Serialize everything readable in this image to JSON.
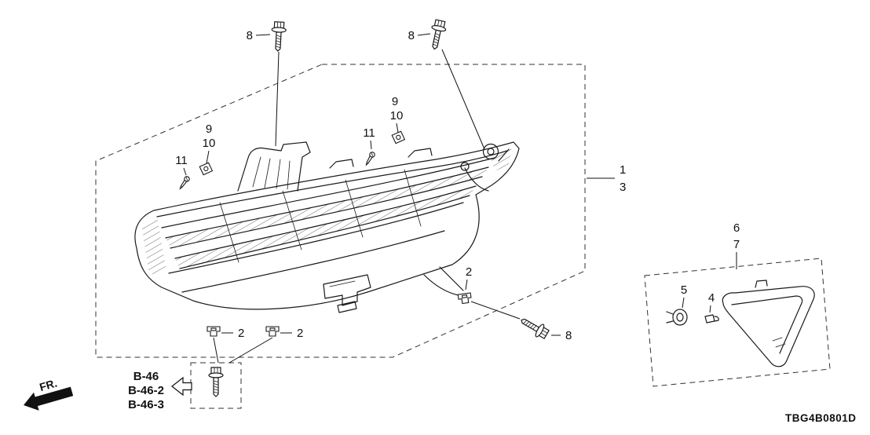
{
  "diagram": {
    "code": "TBG4B0801D",
    "direction_label": "FR.",
    "references": [
      "B-46",
      "B-46-2",
      "B-46-3"
    ],
    "callouts": {
      "bolt_top_left": "8",
      "bolt_top_right": "8",
      "grommet_left_upper": "9",
      "grommet_left_lower": "10",
      "screw_left": "11",
      "grommet_mid_upper": "9",
      "grommet_mid_lower": "10",
      "screw_mid": "11",
      "headlight_assy_upper": "1",
      "headlight_assy_lower": "3",
      "clip_side": "2",
      "bolt_side": "8",
      "clip_bottom_left": "2",
      "clip_bottom_right": "2",
      "sidemarker_upper": "6",
      "sidemarker_lower": "7",
      "socket": "5",
      "bulb": "4"
    }
  }
}
